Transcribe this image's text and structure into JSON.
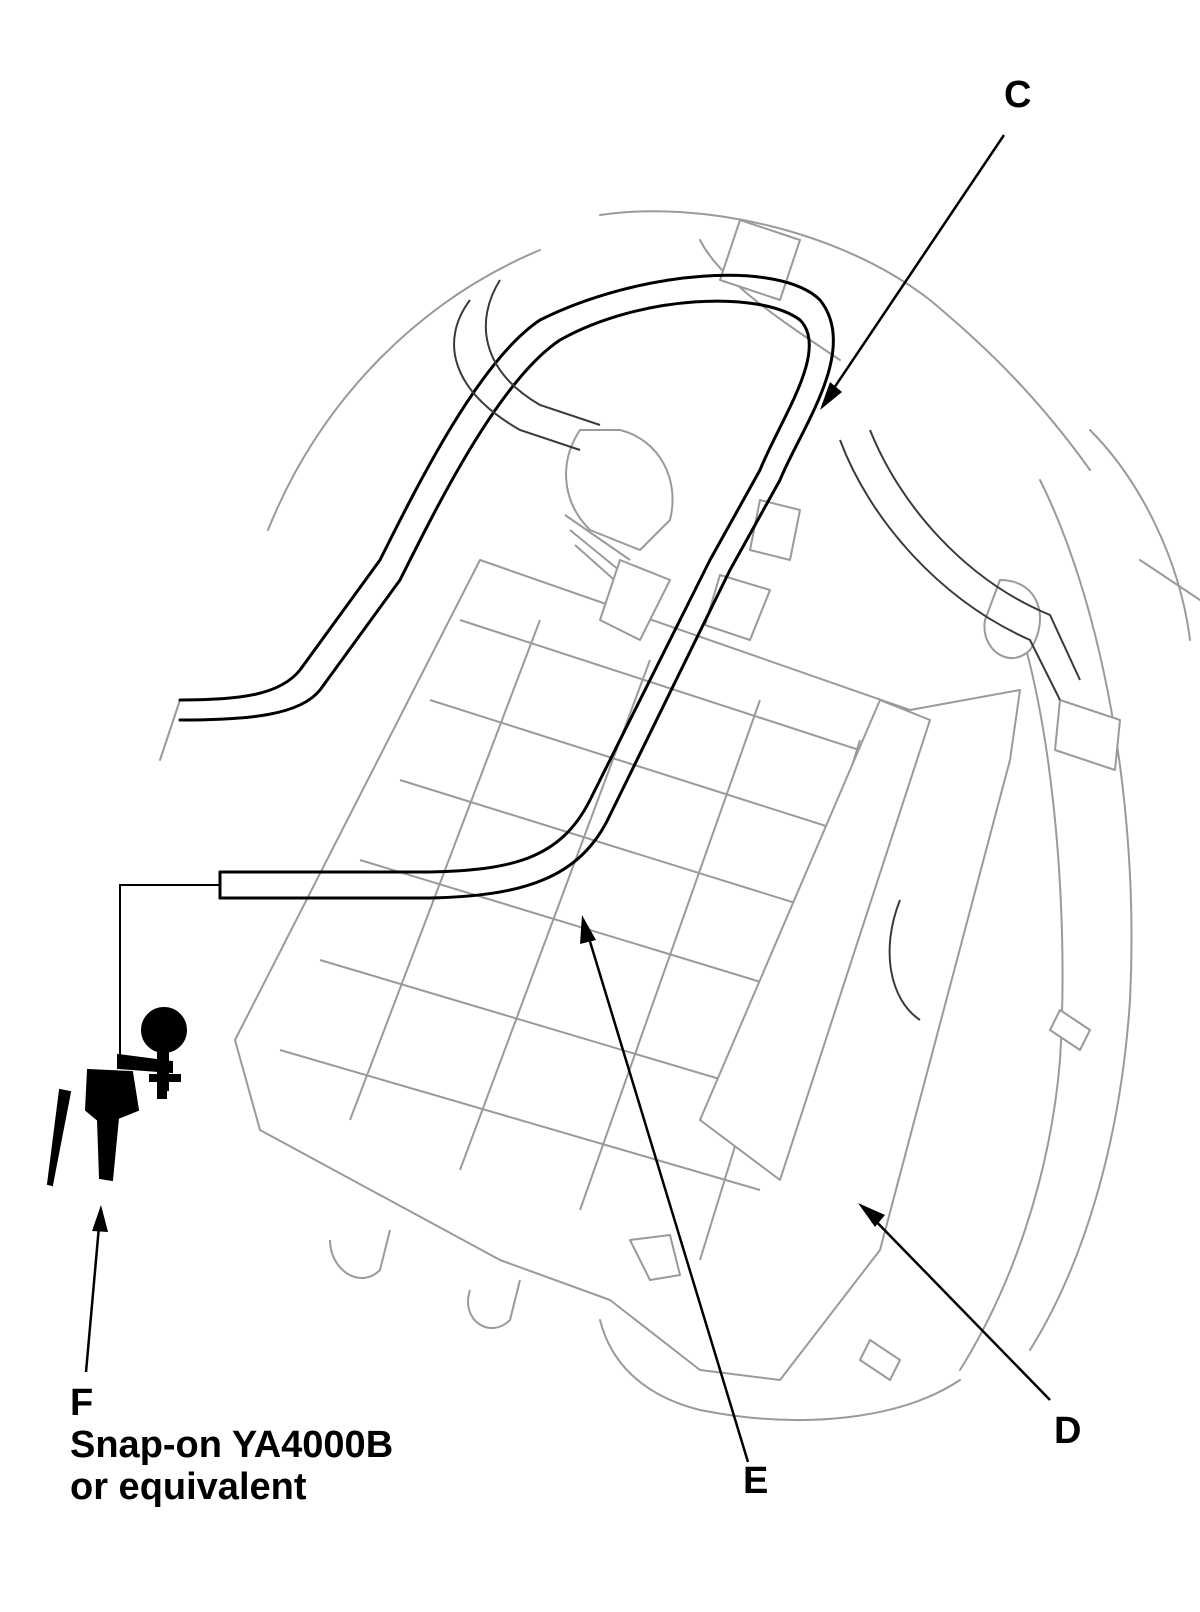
{
  "callouts": {
    "c": "C",
    "d": "D",
    "e": "E",
    "f_letter": "F",
    "f_line1": "Snap-on YA4000B",
    "f_line2": "or equivalent"
  },
  "colors": {
    "ink": "#000000",
    "thin_line": "#9a9a9a",
    "background": "#ffffff"
  }
}
